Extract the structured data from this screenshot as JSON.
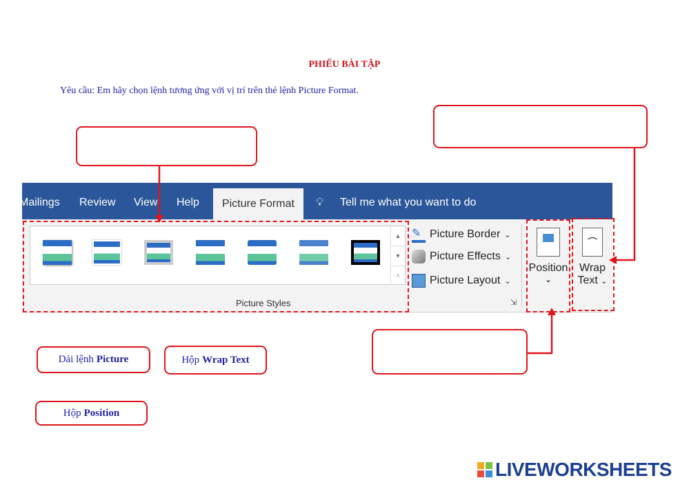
{
  "title": "PHIẾU BÀI TẬP",
  "instruction": "Yêu cầu: Em hãy chọn lệnh tương ứng với vị trí trên thẻ lệnh Picture Format.",
  "ribbon": {
    "tabs": [
      "Mailings",
      "Review",
      "View",
      "Help",
      "Picture Format"
    ],
    "tell_me": "Tell me what you want to do",
    "group_label": "Picture Styles",
    "commands": [
      "Picture Border",
      "Picture Effects",
      "Picture Layout"
    ],
    "position_label": "Position",
    "wrap_label_1": "Wrap",
    "wrap_label_2": "Text",
    "chevron": "⌄"
  },
  "answers": [
    {
      "prefix": "Dải lệnh",
      "bold": "Picture"
    },
    {
      "prefix": "Hộp",
      "bold": "Wrap Text"
    },
    {
      "prefix": "Hộp",
      "bold": "Position"
    }
  ],
  "logo": "LIVEWORKSHEETS",
  "colors": {
    "accent": "#e0141b",
    "ribbon": "#2b579a",
    "text": "#1f1fa8"
  }
}
